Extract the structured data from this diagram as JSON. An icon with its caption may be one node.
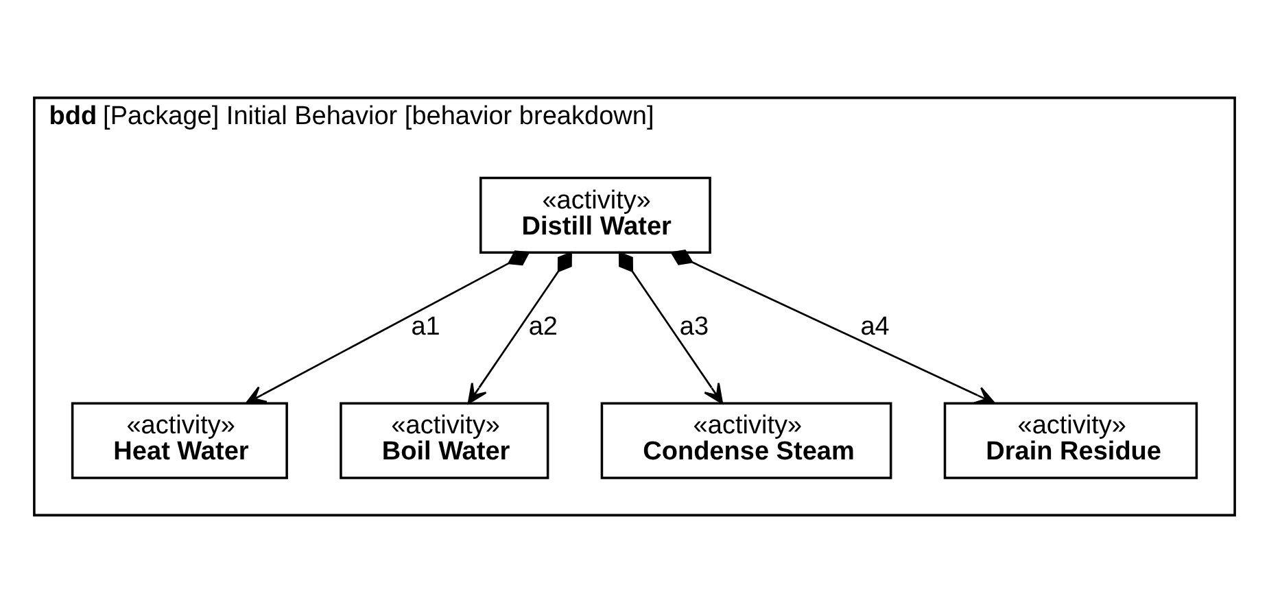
{
  "diagram": {
    "nodes": [
      {
        "text": [
          "**bdd** [Package] Initial Behavior [behavior breakdown]"
        ]
      },
      {
        "text": [
          "«activity»",
          "Distill Water"
        ],
        "in": 0
      },
      {
        "text": [
          "«activity»",
          "Heat Water"
        ],
        "in": 0
      },
      {
        "text": [
          "«activity»",
          "Boil Water"
        ],
        "in": 0
      },
      {
        "text": [
          "«activity»",
          "Condense Steam"
        ],
        "in": 0
      },
      {
        "text": [
          "«activity»",
          "Drain Residue"
        ],
        "in": 0
      }
    ],
    "edges": [
      {
        "from": 1,
        "to": 2,
        "arrow": "to",
        "label": "a1"
      },
      {
        "from": 1,
        "to": 3,
        "arrow": "to",
        "label": "a2"
      },
      {
        "from": 1,
        "to": 4,
        "arrow": "to",
        "label": "a3"
      },
      {
        "from": 1,
        "to": 5,
        "arrow": "to",
        "label": "a4"
      }
    ]
  }
}
